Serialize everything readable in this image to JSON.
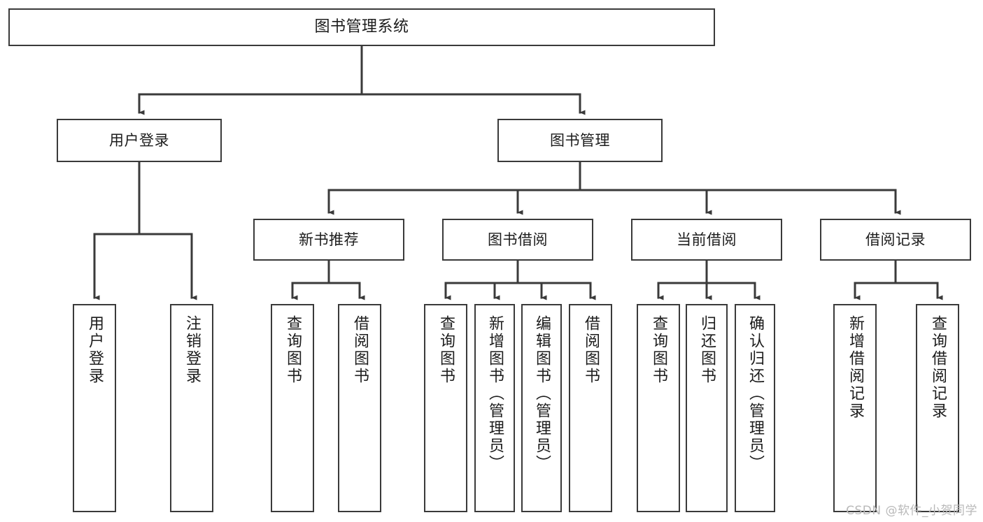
{
  "diagram": {
    "title": "图书管理系统",
    "type": "tree-hierarchy-chart",
    "watermark": "CSDN @软件_小贺同学",
    "colors": {
      "stroke": "#3a3a3a",
      "fill": "#ffffff",
      "text": "#1c1c1c",
      "watermark": "#b9b9b9"
    },
    "nodes": {
      "root": {
        "label": "图书管理系统"
      },
      "level1": [
        {
          "id": "user-login",
          "label": "用户登录"
        },
        {
          "id": "book-manage",
          "label": "图书管理"
        }
      ],
      "level2": [
        {
          "id": "new-book-rec",
          "label": "新书推荐"
        },
        {
          "id": "book-borrow",
          "label": "图书借阅"
        },
        {
          "id": "current-borrow",
          "label": "当前借阅"
        },
        {
          "id": "borrow-record",
          "label": "借阅记录"
        }
      ],
      "leaves": {
        "user_login": [
          {
            "id": "leaf-user-login",
            "label": "用户登录"
          },
          {
            "id": "leaf-logout-login",
            "label": "注销登录"
          }
        ],
        "new_book_rec": [
          {
            "id": "leaf-query-book-1",
            "label": "查询图书"
          },
          {
            "id": "leaf-borrow-book-1",
            "label": "借阅图书"
          }
        ],
        "book_borrow": [
          {
            "id": "leaf-query-book-2",
            "label": "查询图书"
          },
          {
            "id": "leaf-add-book",
            "label": "新增图书（管理员）"
          },
          {
            "id": "leaf-edit-book",
            "label": "编辑图书（管理员）"
          },
          {
            "id": "leaf-borrow-book-2",
            "label": "借阅图书"
          }
        ],
        "current_borrow": [
          {
            "id": "leaf-query-book-3",
            "label": "查询图书"
          },
          {
            "id": "leaf-return-book",
            "label": "归还图书"
          },
          {
            "id": "leaf-confirm-return",
            "label": "确认归还（管理员）"
          }
        ],
        "borrow_record": [
          {
            "id": "leaf-add-record",
            "label": "新增借阅记录"
          },
          {
            "id": "leaf-query-record",
            "label": "查询借阅记录"
          }
        ]
      }
    }
  }
}
